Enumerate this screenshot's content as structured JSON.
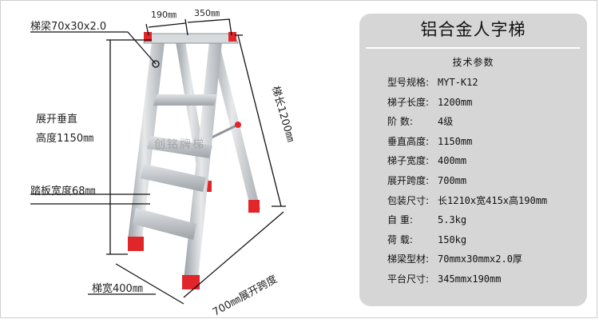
{
  "image": {
    "labels": {
      "beam": "梯梁70x30x2.0",
      "platform_width": "190㎜",
      "platform_length": "350㎜",
      "ladder_length": "梯长1200㎜",
      "unfold_height_line1": "展开垂直",
      "unfold_height_line2": "高度1150㎜",
      "step_width": "踏板宽度68㎜",
      "ladder_width": "梯宽400㎜",
      "unfold_span": "700㎜展开跨度",
      "watermark": "创铭牌梯"
    }
  },
  "panel": {
    "title": "铝合金人字梯",
    "subtitle": "技术参数",
    "specs": [
      {
        "key": "型号规格:",
        "value": "MYT-K12"
      },
      {
        "key": "梯子长度:",
        "value": "1200mm"
      },
      {
        "key": "阶    数:",
        "value": "4级"
      },
      {
        "key": "垂直高度:",
        "value": "1150mm"
      },
      {
        "key": "梯子宽度:",
        "value": "400mm"
      },
      {
        "key": "展开跨度:",
        "value": "700mm"
      },
      {
        "key": "包装尺寸:",
        "value": "长1210x宽415x高190mm"
      },
      {
        "key": "自    重:",
        "value": "5.3kg"
      },
      {
        "key": "荷    载:",
        "value": "150kg"
      },
      {
        "key": "梯梁型材:",
        "value": "70mmx30mmx2.0厚"
      },
      {
        "key": "平台尺寸:",
        "value": "345mmx190mm"
      }
    ]
  },
  "colors": {
    "panel_bg": "#d6d6d6",
    "aluminium": "#c9ccd0",
    "foot_caps": "#e0262a"
  }
}
